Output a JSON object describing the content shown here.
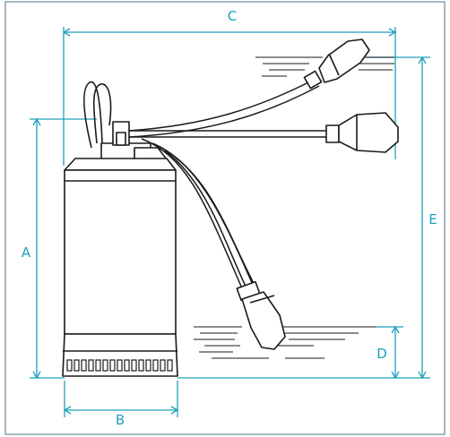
{
  "labels": {
    "a": "A",
    "b": "B",
    "c": "C",
    "d": "D",
    "e": "E"
  },
  "colors": {
    "accent": "#1f9fbd",
    "line": "#1a1a1a",
    "frame": "#8fa7b6",
    "background": "#ffffff"
  }
}
